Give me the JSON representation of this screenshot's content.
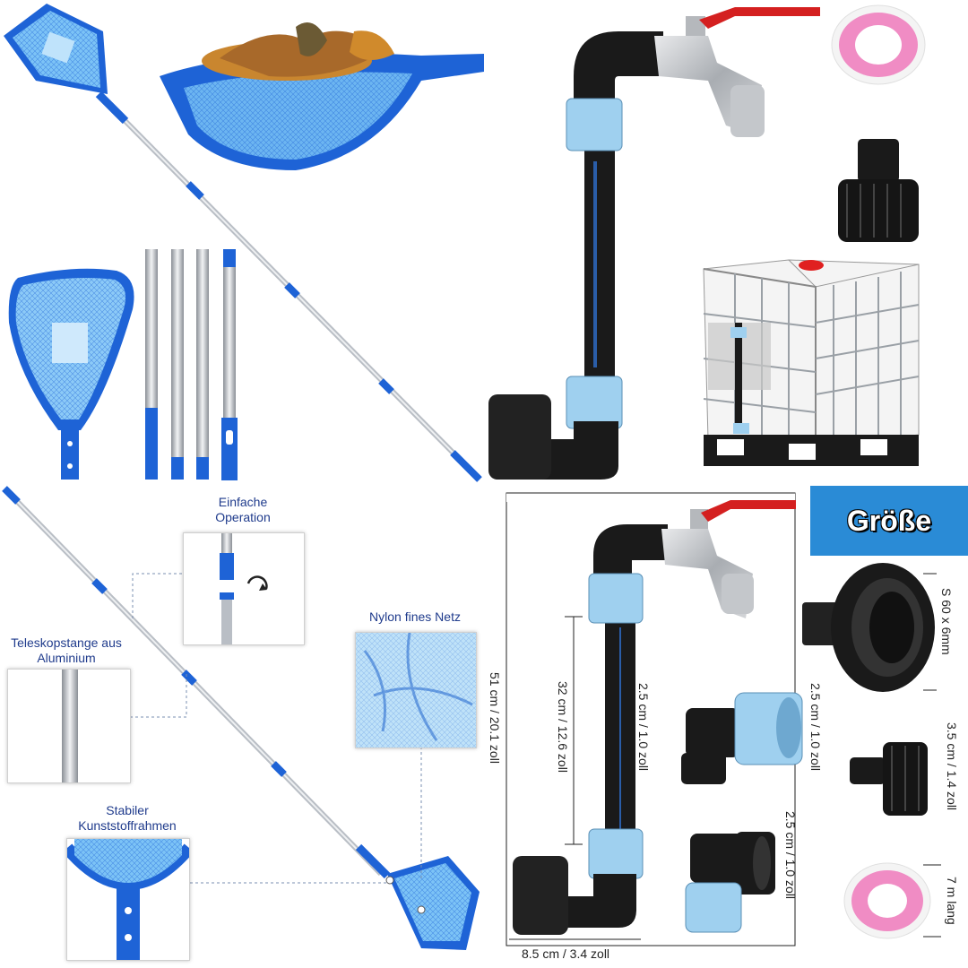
{
  "labels": {
    "easy_operation": "Einfache Operation",
    "telescope_pole": "Teleskopstange aus Aluminium",
    "nylon_net": "Nylon fines Netz",
    "plastic_frame": "Stabiler Kunststoffrahmen"
  },
  "size_badge": "Größe",
  "dimensions": {
    "total_height": "51 cm / 20.1 zoll",
    "pipe_length": "32 cm / 12.6 zoll",
    "pipe_diameter": "2.5 cm / 1.0 zoll",
    "base_width": "8.5 cm / 3.4 zoll",
    "elbow_1": "2.5 cm / 1.0 zoll",
    "elbow_2": "2.5 cm / 1.0 zoll",
    "adapter_thread": "S 60 x 6mm",
    "hose_connector": "3.5 cm / 1.4 zoll",
    "tape_length": "7 m lang"
  },
  "colors": {
    "net_blue": "#1e63d6",
    "net_light": "#5fb0f2",
    "pipe_black": "#1a1a1a",
    "connector_blue": "#9fd0ef",
    "tap_red": "#d42020",
    "tape_pink": "#f08cc4",
    "badge_blue": "#2a8bd6"
  }
}
